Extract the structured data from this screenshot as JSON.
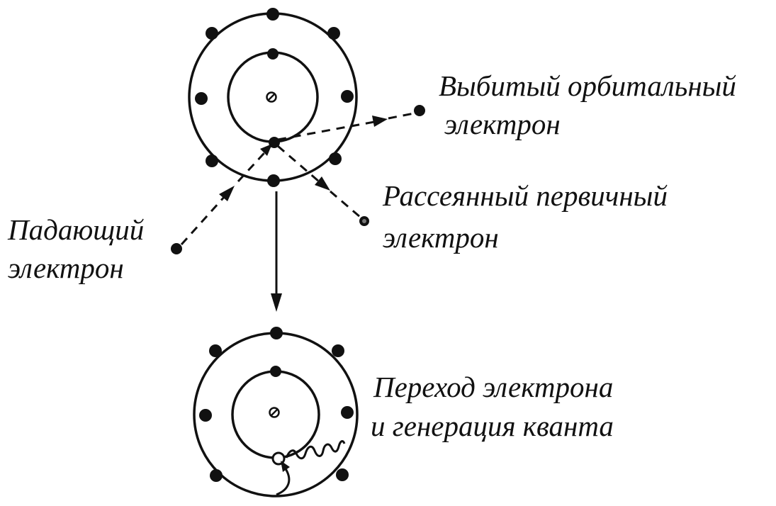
{
  "labels": {
    "knocked_out_line1": "Выбитый орбитальный",
    "knocked_out_line2": "электрон",
    "scattered_line1": "Рассеянный первичный",
    "scattered_line2": "электрон",
    "incident_line1": "Падающий",
    "incident_line2": "электрон",
    "transition_line1": "Переход электрона",
    "transition_line2": "и генерация кванта"
  }
}
